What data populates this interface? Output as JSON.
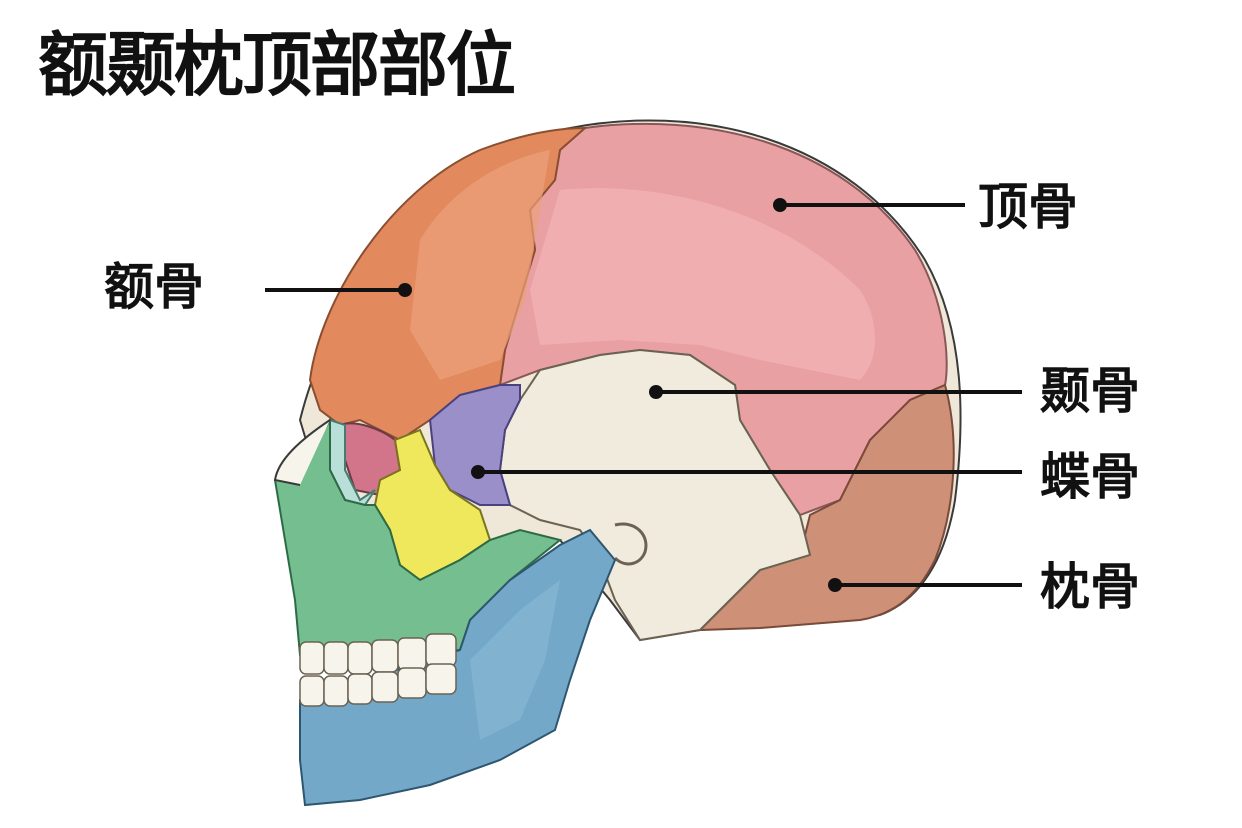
{
  "title": "额颞枕顶部部位",
  "labels": {
    "frontal": "额骨",
    "parietal": "顶骨",
    "temporal": "颞骨",
    "sphenoid": "蝶骨",
    "occipital": "枕骨"
  },
  "colors": {
    "frontal": "#e2895e",
    "parietal": "#e9a0a3",
    "temporal": "#f1ebdd",
    "sphenoid": "#9a8fc9",
    "occipital": "#cf9078",
    "zygomatic": "#f0e85c",
    "maxilla": "#74be8f",
    "mandible": "#74a8c9",
    "nasal": "#b9e0d8",
    "leader_line": "#111111"
  }
}
